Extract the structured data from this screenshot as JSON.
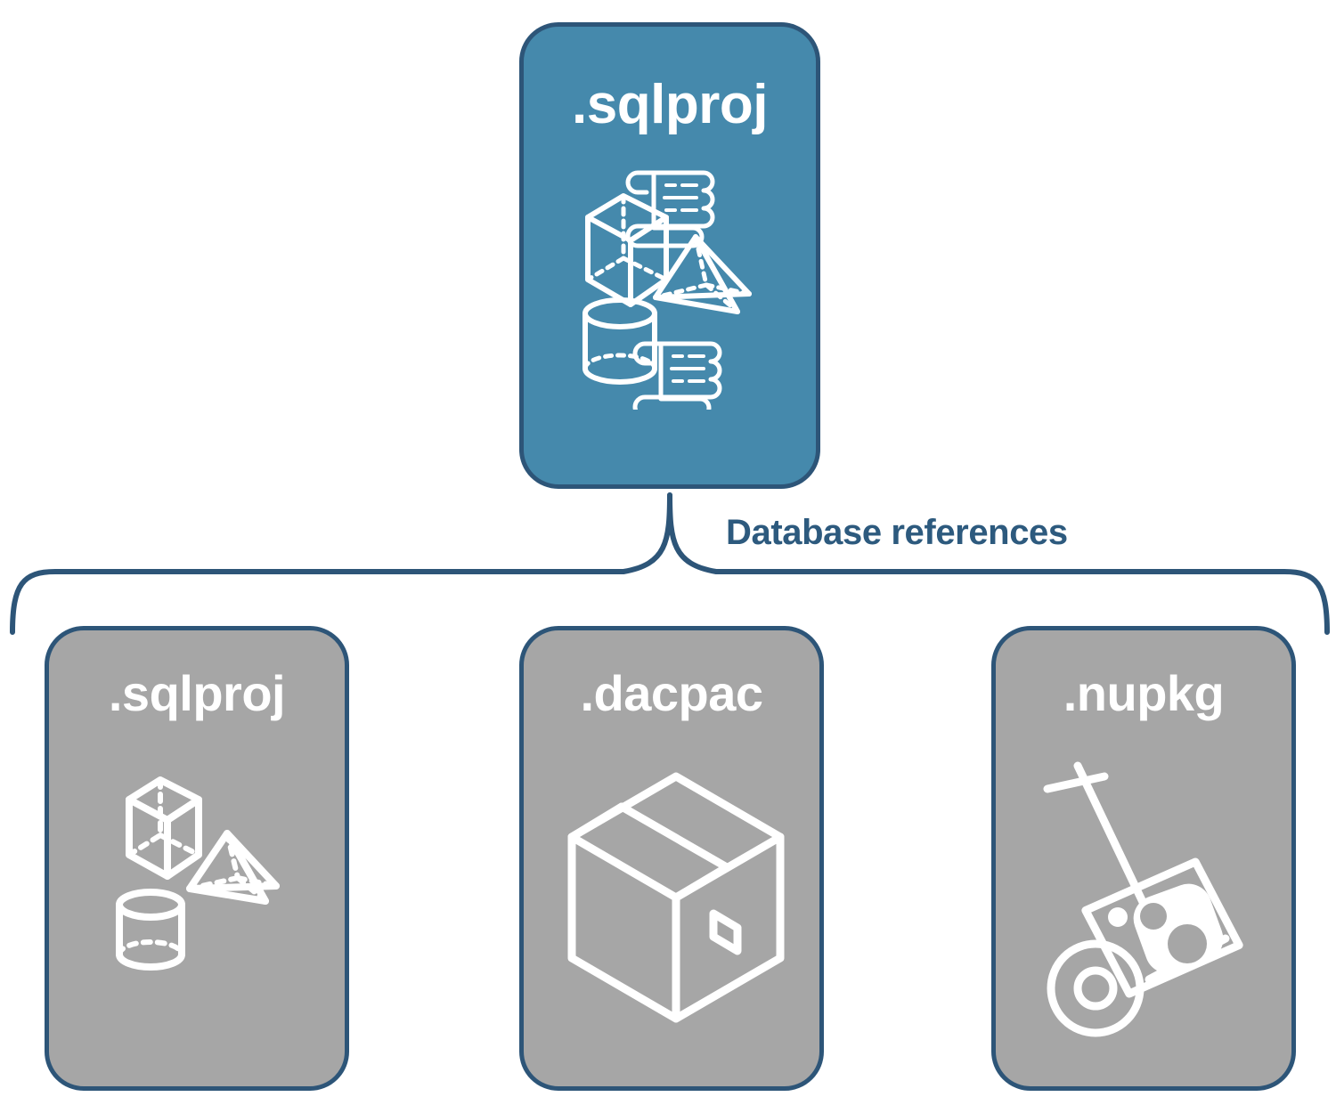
{
  "diagram": {
    "title_text": "Database references",
    "colors": {
      "root_card_fill": "#4589ac",
      "reference_card_fill": "#a6a6a6",
      "border": "#2d5578",
      "label_text": "#2d5a7e",
      "icon_stroke": "#ffffff"
    }
  },
  "root_node": {
    "label": ".sqlproj",
    "icons": [
      "cube-wireframe-icon",
      "pyramid-wireframe-icon",
      "cylinder-wireframe-icon",
      "scroll-icon",
      "scroll-icon"
    ]
  },
  "connector": {
    "label": "Database references",
    "style": "curly-brace-bracket"
  },
  "reference_nodes": [
    {
      "label": ".sqlproj",
      "icons": [
        "cube-wireframe-icon",
        "pyramid-wireframe-icon",
        "cylinder-wireframe-icon"
      ]
    },
    {
      "label": ".dacpac",
      "icons": [
        "shipping-box-icon"
      ]
    },
    {
      "label": ".nupkg",
      "icons": [
        "hand-truck-icon",
        "nuget-package-icon"
      ]
    }
  ]
}
